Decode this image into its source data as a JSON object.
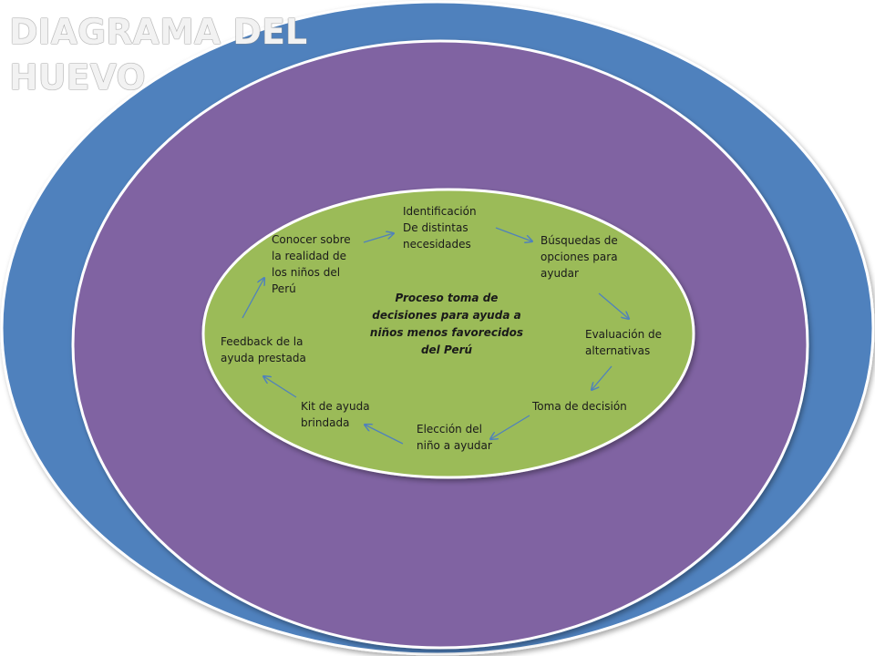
{
  "title": {
    "line1": "DIAGRAMA DEL",
    "line2": "HUEVO"
  },
  "center": {
    "lines": [
      "Proceso toma de",
      "decisiones para ayuda a",
      "niños menos favorecidos",
      "del Perú"
    ]
  },
  "steps": [
    {
      "id": "conocer",
      "lines": [
        "Conocer sobre",
        "la realidad de",
        "los niños del",
        "Perú"
      ]
    },
    {
      "id": "identificacion",
      "lines": [
        "Identificación",
        "De  distintas",
        "necesidades"
      ]
    },
    {
      "id": "busquedas",
      "lines": [
        "Búsquedas de",
        "opciones para",
        "ayudar"
      ]
    },
    {
      "id": "evaluacion",
      "lines": [
        "Evaluación de",
        "alternativas"
      ]
    },
    {
      "id": "toma",
      "lines": [
        "Toma de decisión"
      ]
    },
    {
      "id": "eleccion",
      "lines": [
        "Elección del",
        "niño a ayudar"
      ]
    },
    {
      "id": "kit",
      "lines": [
        "Kit de ayuda",
        "brindada"
      ]
    },
    {
      "id": "feedback",
      "lines": [
        "Feedback de la",
        "ayuda prestada"
      ]
    }
  ],
  "colors": {
    "outer_ring": "#4f81bd",
    "middle_ring": "#8064a2",
    "inner_core": "#9bbb59",
    "ring_border": "#ffffff",
    "arrow": "#4f81bd"
  }
}
